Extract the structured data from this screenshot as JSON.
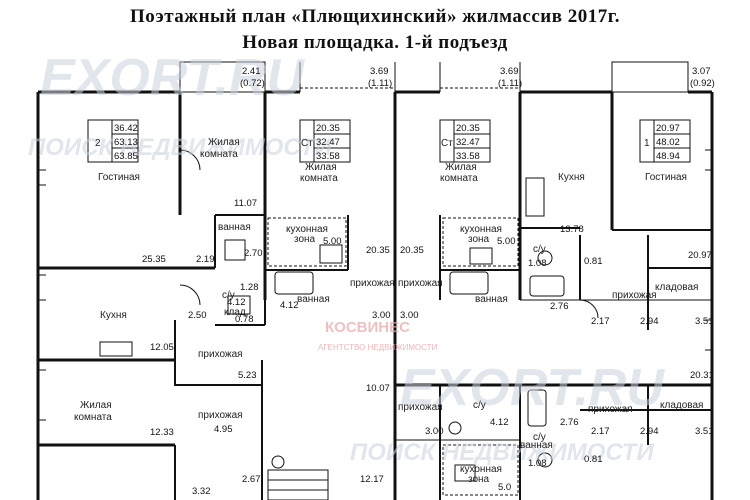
{
  "title": {
    "line1": "Поэтажный план «Плющихинский» жилмассив 2017г.",
    "line2": "Новая площадка. 1-й подъезд"
  },
  "watermarks": {
    "site": "EXORT.RU",
    "tagline": "ПОИСК НЕДВИЖИМОСТИ",
    "agency": "КОСВИНЕС",
    "agency_sub": "АГЕНТСТВО НЕДВИЖИМОСТИ"
  },
  "dims": {
    "d1": "2.41",
    "d1b": "(0.72)",
    "d2": "3.69",
    "d2b": "(1.11)",
    "d3": "3.69",
    "d3b": "(1.11)",
    "d4": "3.07",
    "d4b": "(0.92)"
  },
  "apartments": {
    "a1": {
      "rooms": "2",
      "v1": "36.42",
      "v2": "63.13",
      "v3": "63.85"
    },
    "a2": {
      "rooms": "Ст",
      "v1": "20.35",
      "v2": "32.47",
      "v3": "33.58"
    },
    "a3": {
      "rooms": "Ст",
      "v1": "20.35",
      "v2": "32.47",
      "v3": "33.58"
    },
    "a4": {
      "rooms": "1",
      "v1": "20.97",
      "v2": "48.02",
      "v3": "48.94"
    }
  },
  "labels": {
    "living1": "Жилая",
    "living1b": "комната",
    "lounge1": "Гостиная",
    "st1a": "Жилая",
    "st1b": "комната",
    "st2a": "Жилая",
    "st2b": "комната",
    "kitchen_r": "Кухня",
    "lounge_r": "Гостиная",
    "bath1": "ванная",
    "kz1": "кухонная",
    "kz1b": "зона",
    "kz2": "кухонная",
    "kz2b": "зона",
    "hall1": "прихожая",
    "bath2": "ванная",
    "hall2": "прихожая",
    "bath3": "ванная",
    "hall3": "прихожая",
    "pantry1": "кладовая",
    "su": "с/у",
    "su2": "с/у",
    "klad": "клад.",
    "kitchen_l": "Кухня",
    "hall_l": "прихожая",
    "living_l": "Жилая",
    "living_lb": "комната",
    "hall_l2": "прихожая",
    "hall_c1": "прихожая",
    "hall_c2": "прихожая",
    "su3": "с/у",
    "bath4": "ванная",
    "su4": "с/у",
    "pantry2": "кладовая",
    "kz3": "кухонная",
    "kz3b": "зона"
  },
  "areas": {
    "n1107": "11.07",
    "n270": "2.70",
    "n500a": "5.00",
    "n2035a": "20.35",
    "n2035b": "20.35",
    "n500b": "5.00",
    "n1378": "13.78",
    "n2535": "25.35",
    "n219": "2.19",
    "n128": "1.28",
    "n412a": "4.12",
    "n412b": "4.12",
    "n078": "0.78",
    "n300a": "3.00",
    "n300b": "3.00",
    "n108a": "1.08",
    "n276a": "2.76",
    "n081a": "0.81",
    "n2097": "20.97",
    "n217a": "2.17",
    "n294a": "2.94",
    "n351a": "3.51",
    "n250": "2.50",
    "n1205": "12.05",
    "n523": "5.23",
    "n1007": "10.07",
    "n2031": "20.31",
    "n495": "4.95",
    "n1233": "12.33",
    "n300c": "3.00",
    "n412c": "4.12",
    "n276b": "2.76",
    "n217b": "2.17",
    "n294b": "2.94",
    "n351b": "3.51",
    "n108b": "1.08",
    "n081b": "0.81",
    "n332": "3.32",
    "n267": "2.67",
    "n1217": "12.17",
    "n50": "5.0"
  }
}
